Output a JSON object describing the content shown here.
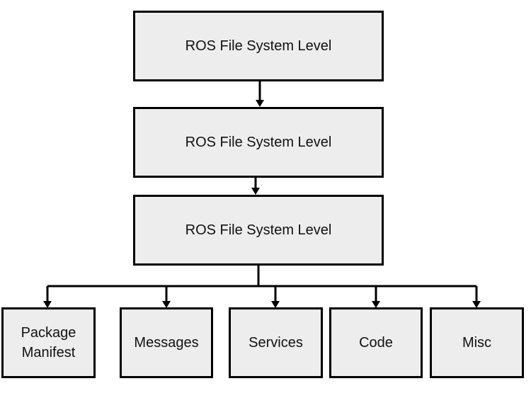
{
  "levels": [
    {
      "label": "ROS File System Level"
    },
    {
      "label": "ROS File System Level"
    },
    {
      "label": "ROS File System Level"
    }
  ],
  "children": [
    {
      "label": "Package\nManifest"
    },
    {
      "label": "Messages"
    },
    {
      "label": "Services"
    },
    {
      "label": "Code"
    },
    {
      "label": "Misc"
    }
  ]
}
